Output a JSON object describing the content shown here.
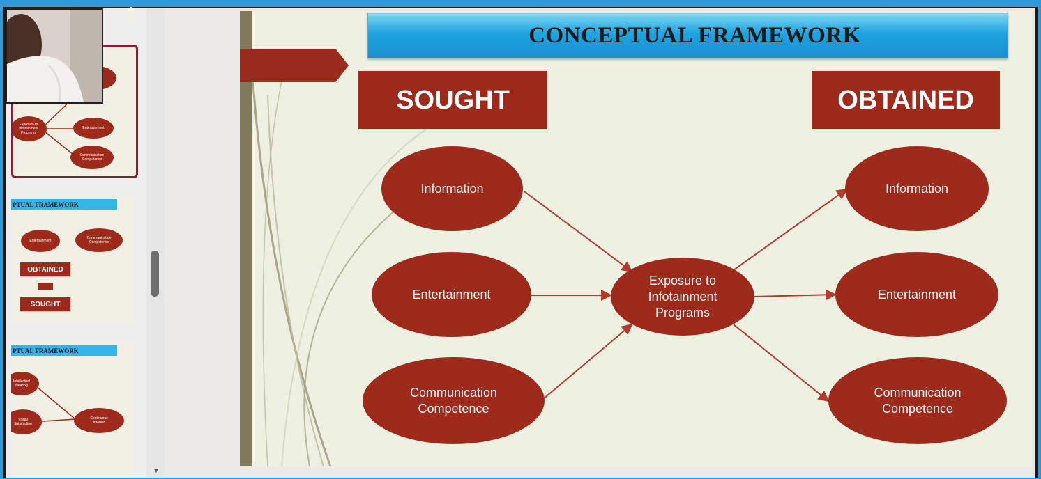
{
  "slide": {
    "title": "CONCEPTUAL FRAMEWORK",
    "sought_label": "SOUGHT",
    "obtained_label": "OBTAINED",
    "center_node": "Exposure to\nInfotainment\nPrograms",
    "left_nodes": [
      "Information",
      "Entertainment",
      "Communication\nCompetence"
    ],
    "right_nodes": [
      "Information",
      "Entertainment",
      "Communication\nCompetence"
    ],
    "colors": {
      "node_fill": "#9e2a1c",
      "title_bar": "#1ea4df",
      "background": "#eef0e2",
      "arrow": "#b3392a"
    }
  },
  "thumbnails": [
    {
      "title": "",
      "nodes": [
        "Exposure to\nInfotainment\nPrograms",
        "Entertainment",
        "Communication\nCompetence"
      ],
      "selected": true
    },
    {
      "title": "PTUAL FRAMEWORK",
      "nodes": [
        "Entertainment",
        "Communication\nCompetence"
      ],
      "boxes": [
        "OBTAINED",
        "",
        "SOUGHT"
      ]
    },
    {
      "title": "PTUAL FRAMEWORK",
      "nodes": [
        "Intellectual\nHearing",
        "Visual\nSatisfaction",
        "Continuous\nInterest"
      ]
    }
  ],
  "icons": {
    "webcam": "webcam-feed",
    "scroll_down": "scroll-down-arrow-icon"
  }
}
